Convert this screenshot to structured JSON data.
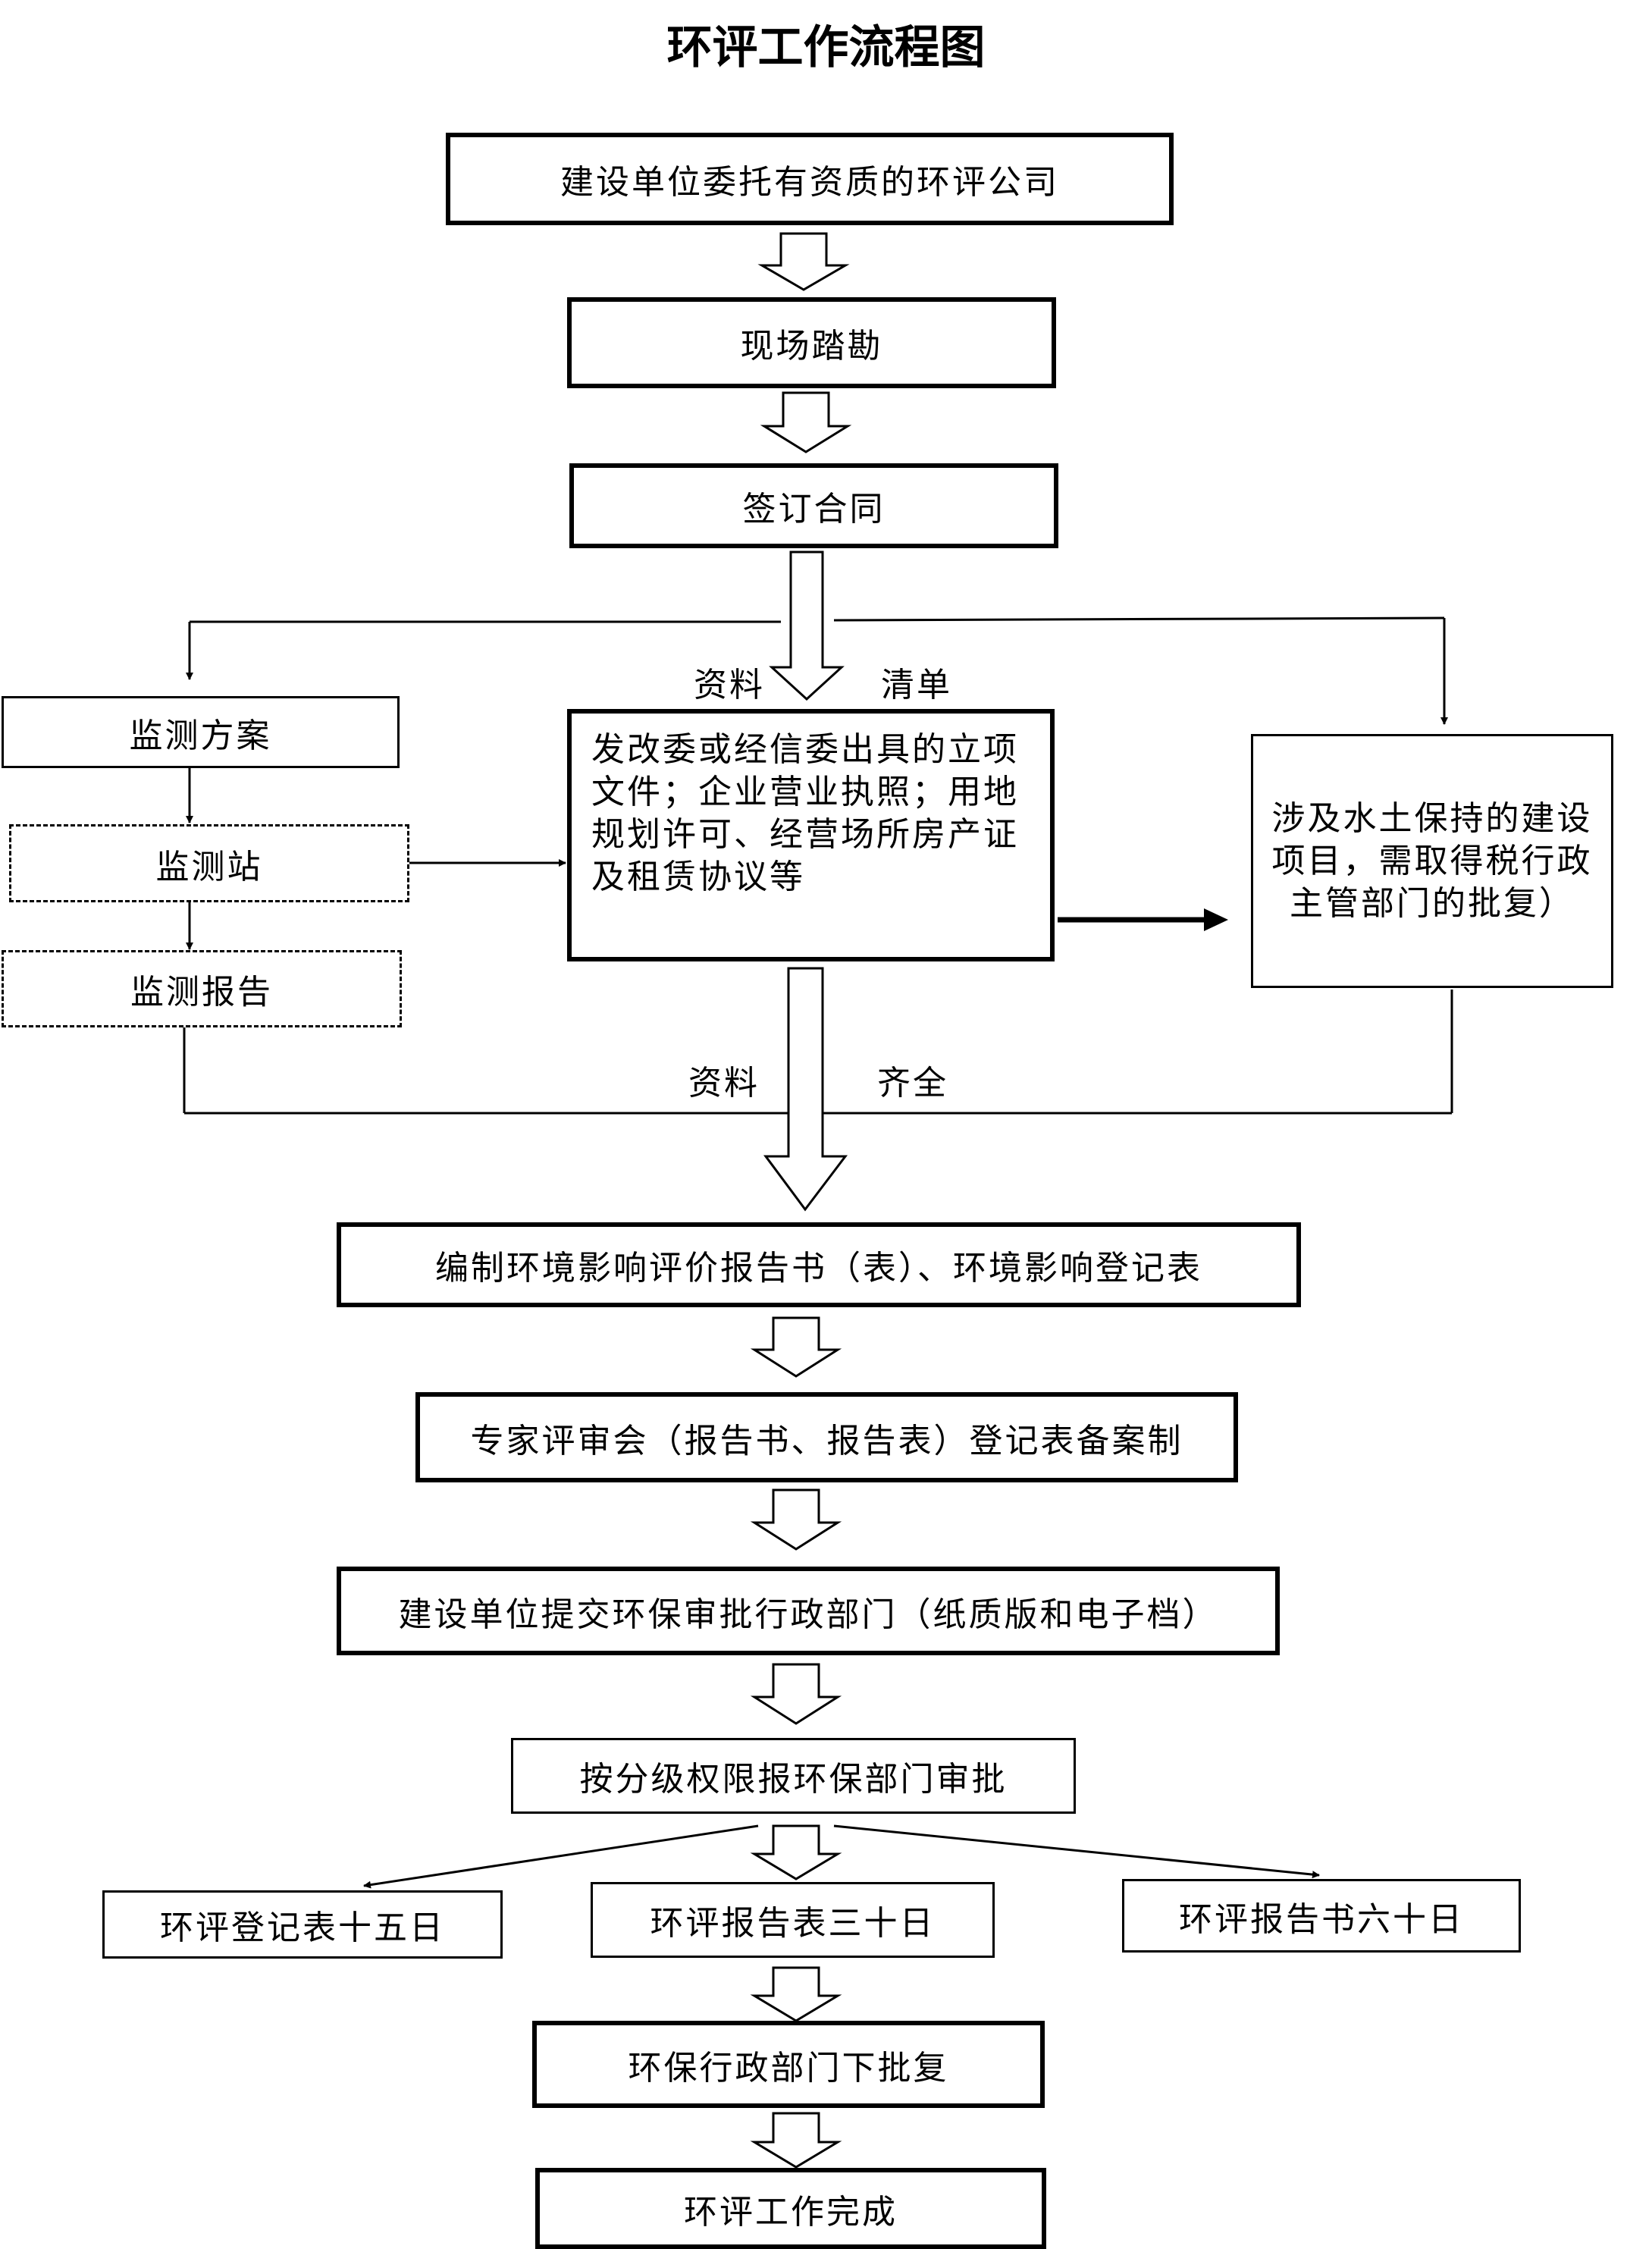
{
  "title": "环评工作流程图",
  "steps": {
    "entrust": "建设单位委托有资质的环评公司",
    "survey": "现场踏勘",
    "contract": "签订合同",
    "monitoring_plan": "监测方案",
    "monitoring_station": "监测站",
    "monitoring_report": "监测报告",
    "documents": "发改委或经信委出具的立项文件；企业营业执照；用地规划许可、经营场所房产证及租赁协议等",
    "water_soil": "涉及水土保持的建设项目，需取得税行政主管部门的批复）",
    "compile": "编制环境影响评价报告书（表）、环境影响登记表",
    "expert_review": "专家评审会（报告书、报告表）登记表备案制",
    "submit": "建设单位提交环保审批行政部门（纸质版和电子档）",
    "approval_level": "按分级权限报环保部门审批",
    "registration_15": "环评登记表十五日",
    "report_table_30": "环评报告表三十日",
    "report_book_60": "环评报告书六十日",
    "reply": "环保行政部门下批复",
    "done": "环评工作完成"
  },
  "labels": {
    "materials_1": "资料",
    "list": "清单",
    "materials_2": "资料",
    "complete": "齐全"
  }
}
